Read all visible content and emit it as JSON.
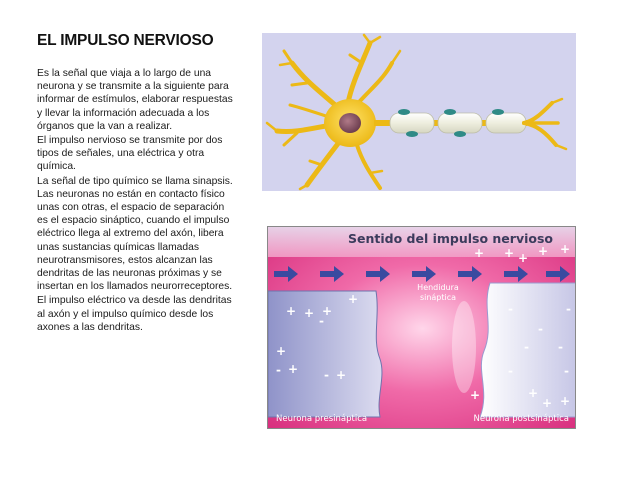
{
  "title": "EL IMPULSO NERVIOSO",
  "paragraphs": [
    "Es la señal que viaja a lo largo de una neurona y se transmite a la siguiente para informar de estímulos, elaborar respuestas y llevar la información adecuada a los órganos que la van a realizar.",
    "El impulso nervioso se transmite por dos tipos de señales, una eléctrica y otra química.",
    "La señal de tipo químico se llama sinapsis. Las neuronas no están en contacto físico unas con otras, el espacio de separación es el espacio sináptico, cuando el impulso eléctrico llega al extremo del axón, libera unas sustancias químicas llamadas neurotransmisores, estos alcanzan las dendritas de las neuronas próximas y se insertan en los llamados neurorreceptores.",
    "El impulso eléctrico va desde las dendritas al axón y el impulso químico desde los axones a las dendritas."
  ],
  "synapse": {
    "title": "Sentido del impulso nervioso",
    "cleft_label_1": "Hendidura",
    "cleft_label_2": "sináptica",
    "pre_label": "Neurona presináptica",
    "post_label": "Neurona postsináptica",
    "plus": "+",
    "minus": "-"
  },
  "colors": {
    "neuron_background": "#d3d3ee",
    "neuron_body": "#f2c51e",
    "nucleus": "#8a5a6a",
    "myelin": "#f4f4e6",
    "synapse_background": "#e0418c",
    "membrane": "#c9c8e4",
    "arrow": "#3a4aa0"
  }
}
